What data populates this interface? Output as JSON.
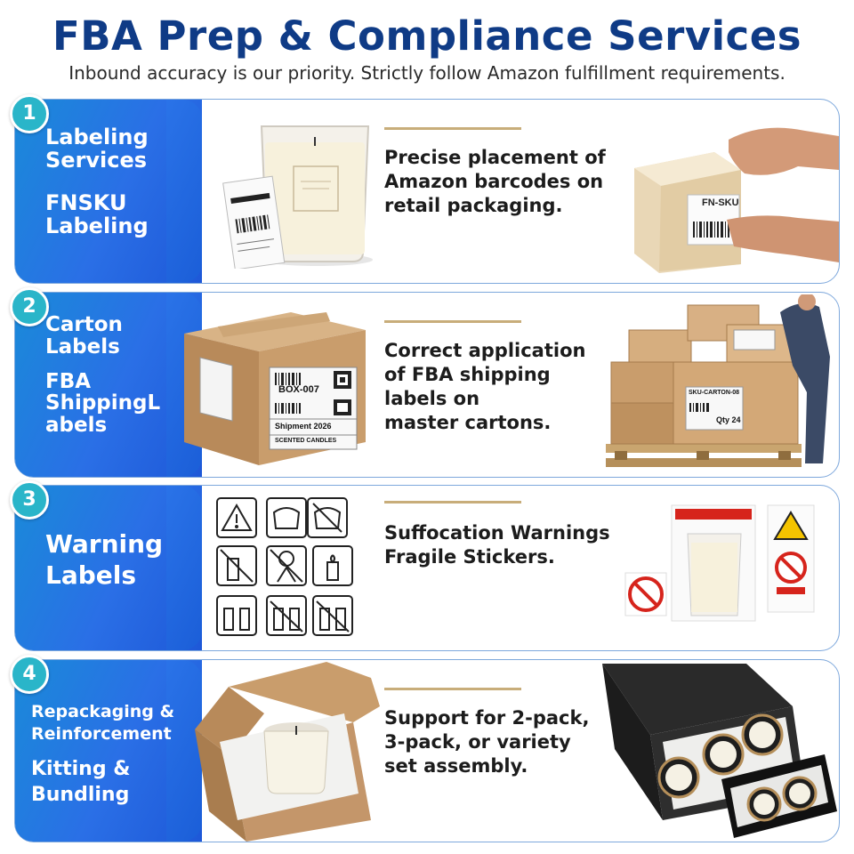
{
  "header": {
    "title": "FBA Prep & Compliance Services",
    "subtitle": "Inbound accuracy is our priority. Strictly follow Amazon fulfillment requirements."
  },
  "accent_colors": {
    "navy": "#0f3b86",
    "blue": "#2a6fe6",
    "teal": "#2ab5c9",
    "gold": "#c8ad7a"
  },
  "services": [
    {
      "number": "1",
      "label_lines": [
        "Labeling",
        "Services",
        "FNSKU",
        "Labeling"
      ],
      "description_lines": [
        "Precise placement of",
        "Amazon barcodes on",
        "retail packaging."
      ],
      "icons": [
        "candle-jar-icon",
        "barcode-label-icon",
        "hands-applying-label-icon"
      ],
      "image_text": {
        "box_label": "FN-SKU"
      }
    },
    {
      "number": "2",
      "label_lines": [
        "Carton",
        "Labels",
        "FBA",
        "ShippingL",
        "abels"
      ],
      "description_lines": [
        "Correct application",
        "of FBA shipping",
        "labels on",
        "master cartons."
      ],
      "icons": [
        "cardboard-box-icon",
        "pallet-cartons-icon"
      ],
      "image_text": {
        "carton_id": "BOX-007",
        "shipment": "Shipment 2026",
        "contents": "SCENTED CANDLES",
        "sku_carton": "SKU-CARTON-08",
        "qty": "Qty 24"
      }
    },
    {
      "number": "3",
      "label_lines": [
        "Warning",
        "Labels"
      ],
      "description_lines": [
        "Suffocation Warnings",
        "Fragile Stickers."
      ],
      "icons": [
        "warning-triangle-icon",
        "no-flame-icon",
        "candle-warning-icon"
      ]
    },
    {
      "number": "4",
      "label_lines": [
        "Repackaging &",
        "Reinforcement",
        "Kitting &",
        "Bundling"
      ],
      "description_lines": [
        "Support for 2-pack,",
        "3-pack,  or variety",
        "set assembly."
      ],
      "icons": [
        "open-box-candle-icon",
        "gift-box-candles-icon"
      ]
    }
  ]
}
